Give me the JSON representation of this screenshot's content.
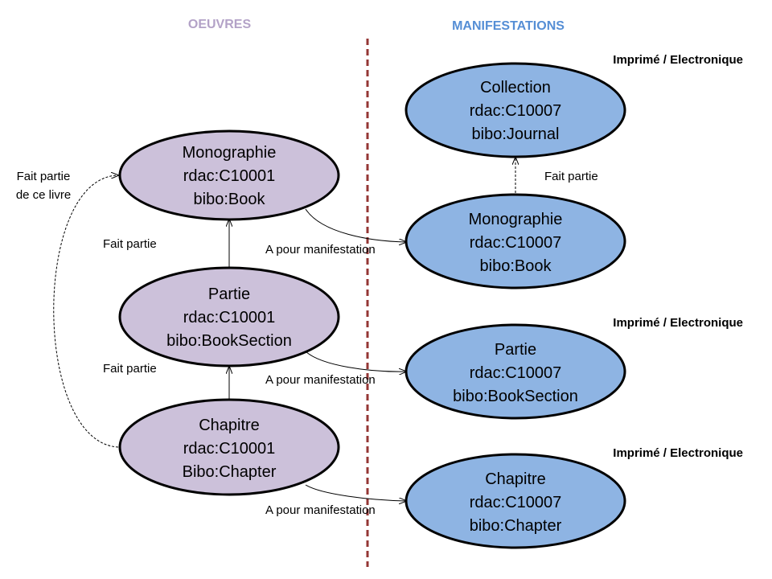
{
  "headings": {
    "oeuvres": "OEUVRES",
    "manifestations": "MANIFESTATIONS"
  },
  "colors": {
    "oeuvre_fill": "#ccc1da",
    "manifestation_fill": "#8eb4e3",
    "oeuvres_heading": "#b3a2c7",
    "manifestations_heading": "#558ed5",
    "divider": "#943634"
  },
  "oeuvres": [
    {
      "line1": "Monographie",
      "line2": "rdac:C10001",
      "line3": "bibo:Book"
    },
    {
      "line1": "Partie",
      "line2": "rdac:C10001",
      "line3": "bibo:BookSection"
    },
    {
      "line1": "Chapitre",
      "line2": "rdac:C10001",
      "line3": "Bibo:Chapter"
    }
  ],
  "manifestations": [
    {
      "line1": "Collection",
      "line2": "rdac:C10007",
      "line3": "bibo:Journal"
    },
    {
      "line1": "Monographie",
      "line2": "rdac:C10007",
      "line3": "bibo:Book"
    },
    {
      "line1": "Partie",
      "line2": "rdac:C10007",
      "line3": "bibo:BookSection"
    },
    {
      "line1": "Chapitre",
      "line2": "rdac:C10007",
      "line3": "bibo:Chapter"
    }
  ],
  "format_labels": [
    "Imprimé / Electronique",
    "Imprimé / Electronique",
    "Imprimé / Electronique"
  ],
  "relations": {
    "fait_partie": "Fait partie",
    "fait_partie_livre": [
      "Fait partie",
      "de ce livre"
    ],
    "pour_manifestation": "A pour manifestation"
  }
}
